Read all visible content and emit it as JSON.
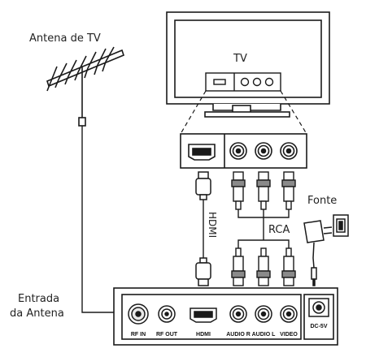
{
  "labels": {
    "antenna": "Antena de TV",
    "tv": "TV",
    "hdmi_cable": "HDMI",
    "rca_cable": "RCA",
    "power_source": "Fonte",
    "antenna_input_line1": "Entrada",
    "antenna_input_line2": "da Antena"
  },
  "receiver_ports": {
    "rf_in": "RF IN",
    "rf_out": "RF OUT",
    "hdmi": "HDMI",
    "audio_r": "AUDIO R",
    "audio_l": "AUDIO L",
    "video": "VIDEO",
    "dc": "DC-5V"
  },
  "colors": {
    "line": "#1a1a1a",
    "fill_light": "#ffffff",
    "fill_gray": "#e8e8e8",
    "fill_dark": "#8a8a8a"
  }
}
